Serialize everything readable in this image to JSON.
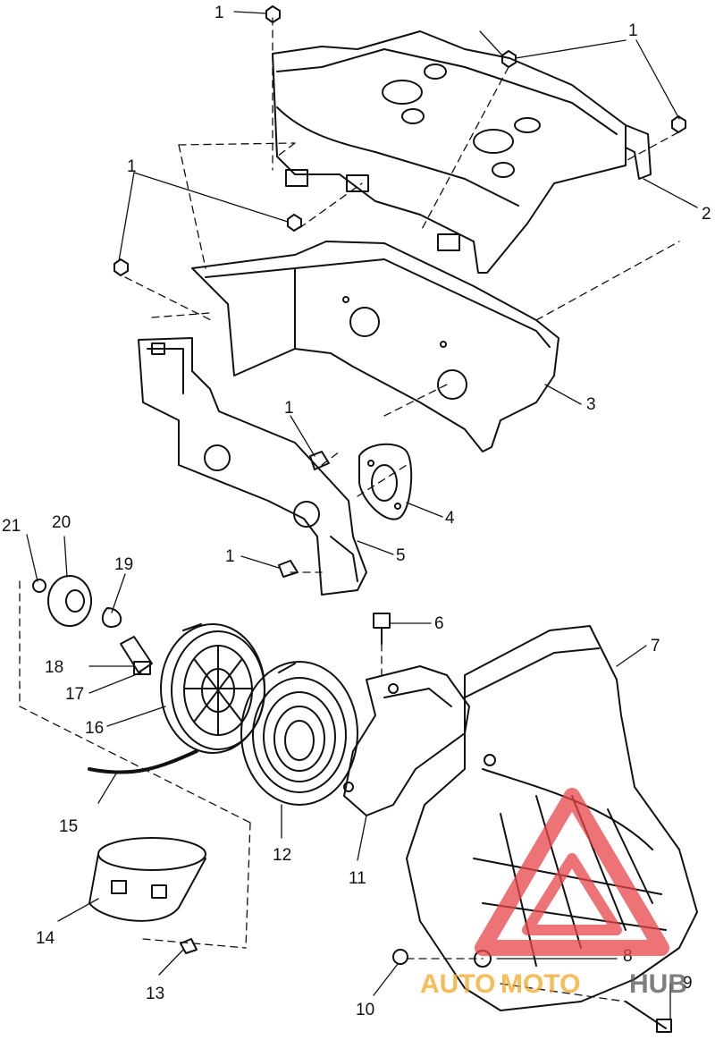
{
  "diagram": {
    "callouts": {
      "c1a": "1",
      "c1b": "1",
      "c1c": "1",
      "c1d": "1",
      "c1e": "1",
      "c2": "2",
      "c3": "3",
      "c4": "4",
      "c5": "5",
      "c6": "6",
      "c7": "7",
      "c8": "8",
      "c9": "9",
      "c10": "10",
      "c11": "11",
      "c12": "12",
      "c13": "13",
      "c14": "14",
      "c15": "15",
      "c16": "16",
      "c17": "17",
      "c18": "18",
      "c19": "19",
      "c20": "20",
      "c21": "21"
    },
    "watermark": {
      "text_a": "AUTO",
      "text_b": "MOTO",
      "text_c": "HUB",
      "color_orange": "#f5a623",
      "color_red": "#e8454a",
      "color_gray": "#555555"
    }
  }
}
